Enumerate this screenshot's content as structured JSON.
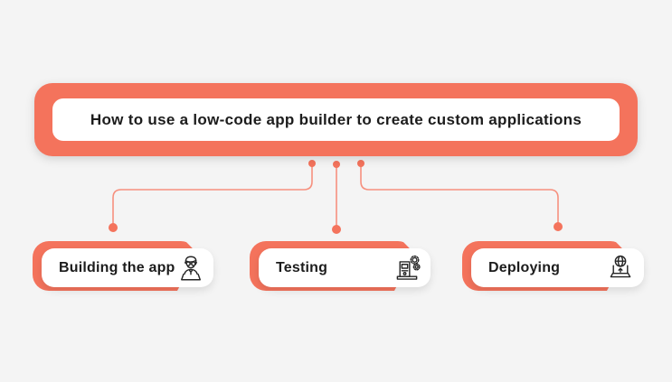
{
  "colors": {
    "background": "#F4F4F4",
    "accent": "#F4735C",
    "accent_light": "#F6907E",
    "card_bg": "#FFFFFF",
    "text": "#1C1C1C",
    "icon_stroke": "#262626"
  },
  "header": {
    "title": "How to use a low-code app builder to create custom applications"
  },
  "branches": [
    {
      "label": "Building the app",
      "icon": "developer-at-laptop-icon"
    },
    {
      "label": "Testing",
      "icon": "testing-machine-gears-icon"
    },
    {
      "label": "Deploying",
      "icon": "laptop-globe-upload-icon"
    }
  ]
}
